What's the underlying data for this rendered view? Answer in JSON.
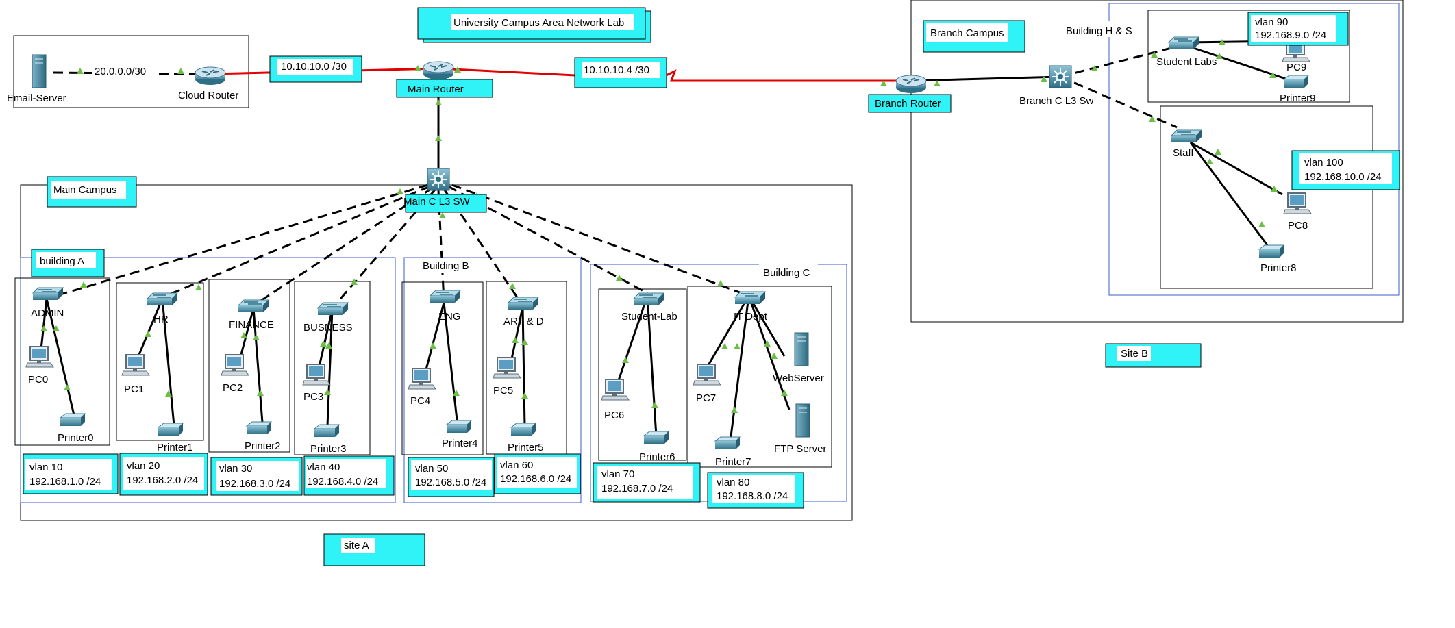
{
  "title": "University Campus Area Network Lab",
  "wan": {
    "email_server": "Email-Server",
    "cloud_router": "Cloud Router",
    "link_cloud": "20.0.0.0/30",
    "link_main": "10.10.10.0 /30",
    "main_router": "Main Router",
    "link_branch": "10.10.10.4 /30",
    "branch_router": "Branch Router"
  },
  "site_a": {
    "label": "site A",
    "campus": "Main Campus",
    "core_switch": "Main C L3 SW",
    "building_a": "building A",
    "building_b": "Building B",
    "building_c": "Building C",
    "switches": [
      "ADMIN",
      "HR",
      "FINANCE",
      "BUSNESS",
      "ENG",
      "ART & D",
      "Student-Lab",
      "IT Dept"
    ],
    "pcs": [
      "PC0",
      "PC1",
      "PC2",
      "PC3",
      "PC4",
      "PC5",
      "PC6",
      "PC7"
    ],
    "printers": [
      "Printer0",
      "Printer1",
      "Printer2",
      "Printer3",
      "Printer4",
      "Printer5",
      "Printer6",
      "Printer7"
    ],
    "servers": [
      "WebServer",
      "FTP Server"
    ],
    "vlans": [
      {
        "name": "vlan 10",
        "net": "192.168.1.0 /24"
      },
      {
        "name": "vlan 20",
        "net": "192.168.2.0 /24"
      },
      {
        "name": "vlan 30",
        "net": "192.168.3.0 /24"
      },
      {
        "name": "vlan 40",
        "net": "192.168.4.0 /24"
      },
      {
        "name": "vlan 50",
        "net": "192.168.5.0 /24"
      },
      {
        "name": "vlan 60",
        "net": "192.168.6.0 /24"
      },
      {
        "name": "vlan 70",
        "net": "192.168.7.0 /24"
      },
      {
        "name": "vlan 80",
        "net": "192.168.8.0 /24"
      }
    ]
  },
  "site_b": {
    "label": "Site B",
    "campus": "Branch Campus",
    "building": "Building H & S",
    "core_switch": "Branch C L3 Sw",
    "switches": [
      "Student Labs",
      "Staff"
    ],
    "pcs": [
      "PC9",
      "PC8"
    ],
    "printers": [
      "Printer9",
      "Printer8"
    ],
    "vlans": [
      {
        "name": "vlan 90",
        "net": "192.168.9.0 /24"
      },
      {
        "name": "vlan 100",
        "net": "192.168.10.0 /24"
      }
    ]
  },
  "colors": {
    "accent_box": "#2ff3f6",
    "wan_link": "#e00000",
    "link_light": "#6dbe45",
    "frame_blue": "#3b5ccc"
  }
}
